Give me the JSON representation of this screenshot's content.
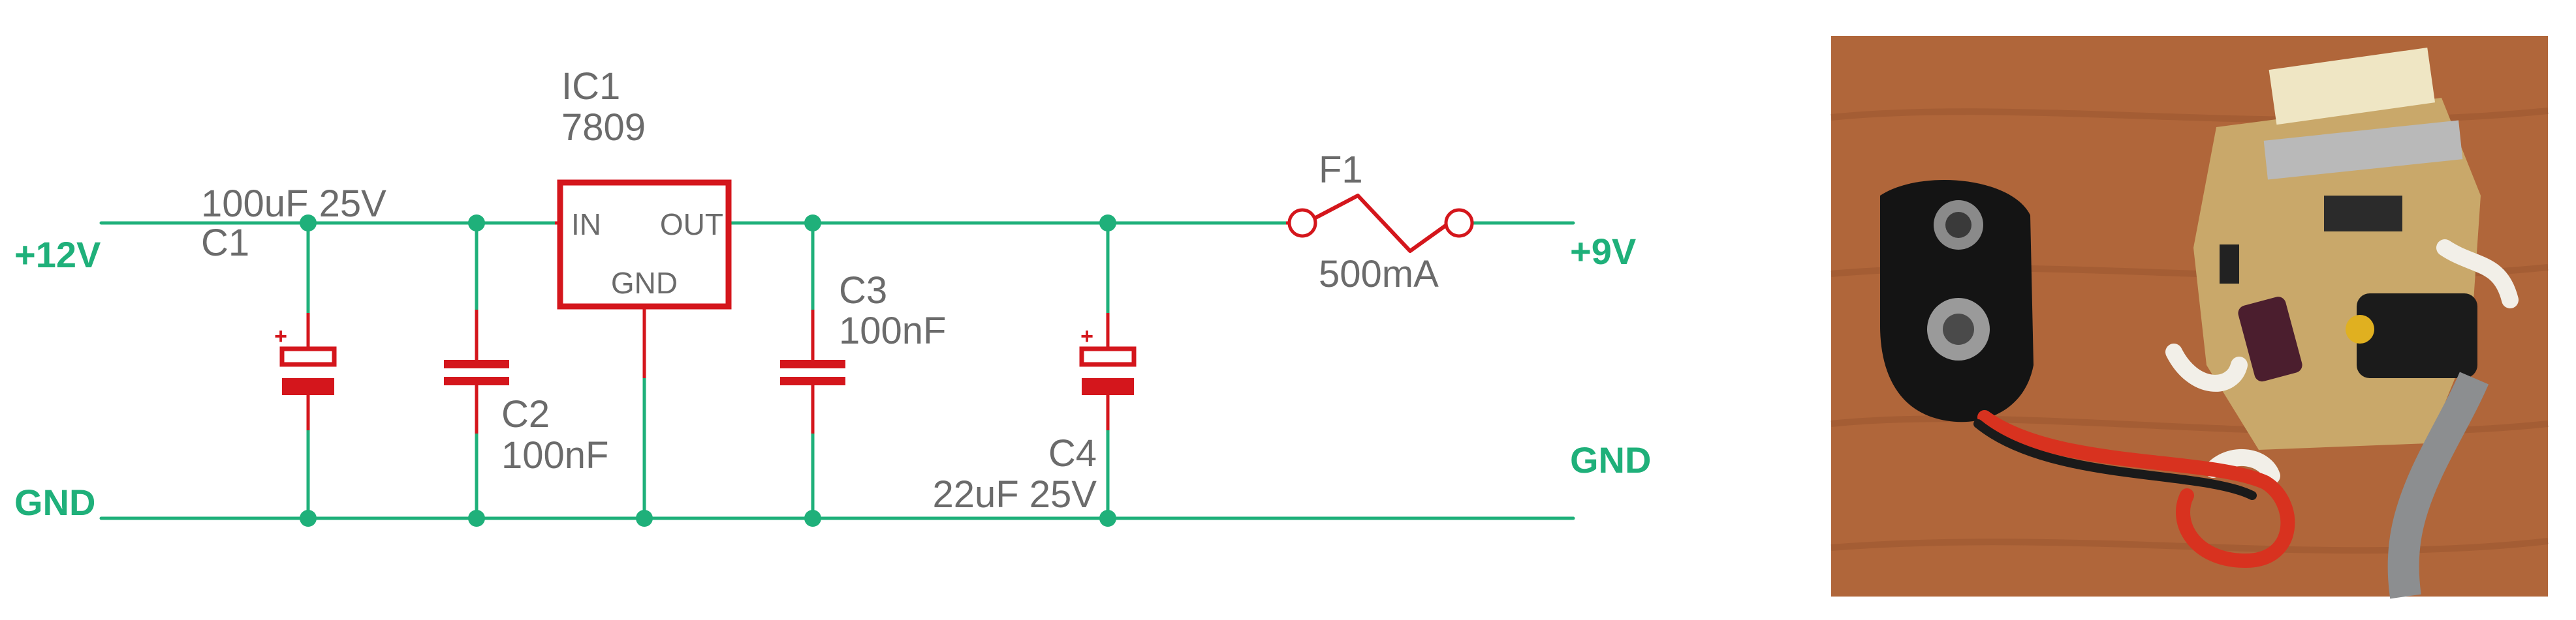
{
  "nets": {
    "vin": "+12V",
    "vout": "+9V",
    "gnd_left": "GND",
    "gnd_right": "GND"
  },
  "regulator": {
    "ref": "IC1",
    "value": "7809",
    "pin_in": "IN",
    "pin_out": "OUT",
    "pin_gnd": "GND"
  },
  "capacitors": [
    {
      "ref": "C1",
      "value": "100uF 25V",
      "polarized": true
    },
    {
      "ref": "C2",
      "value": "100nF",
      "polarized": false
    },
    {
      "ref": "C3",
      "value": "100nF",
      "polarized": false
    },
    {
      "ref": "C4",
      "value": "22uF 25V",
      "polarized": true
    }
  ],
  "fuse": {
    "ref": "F1",
    "value": "500mA"
  },
  "polarity_mark": "+",
  "colors": {
    "wire": "#1fb07a",
    "component": "#d4161c",
    "label": "#6b6b6b"
  }
}
